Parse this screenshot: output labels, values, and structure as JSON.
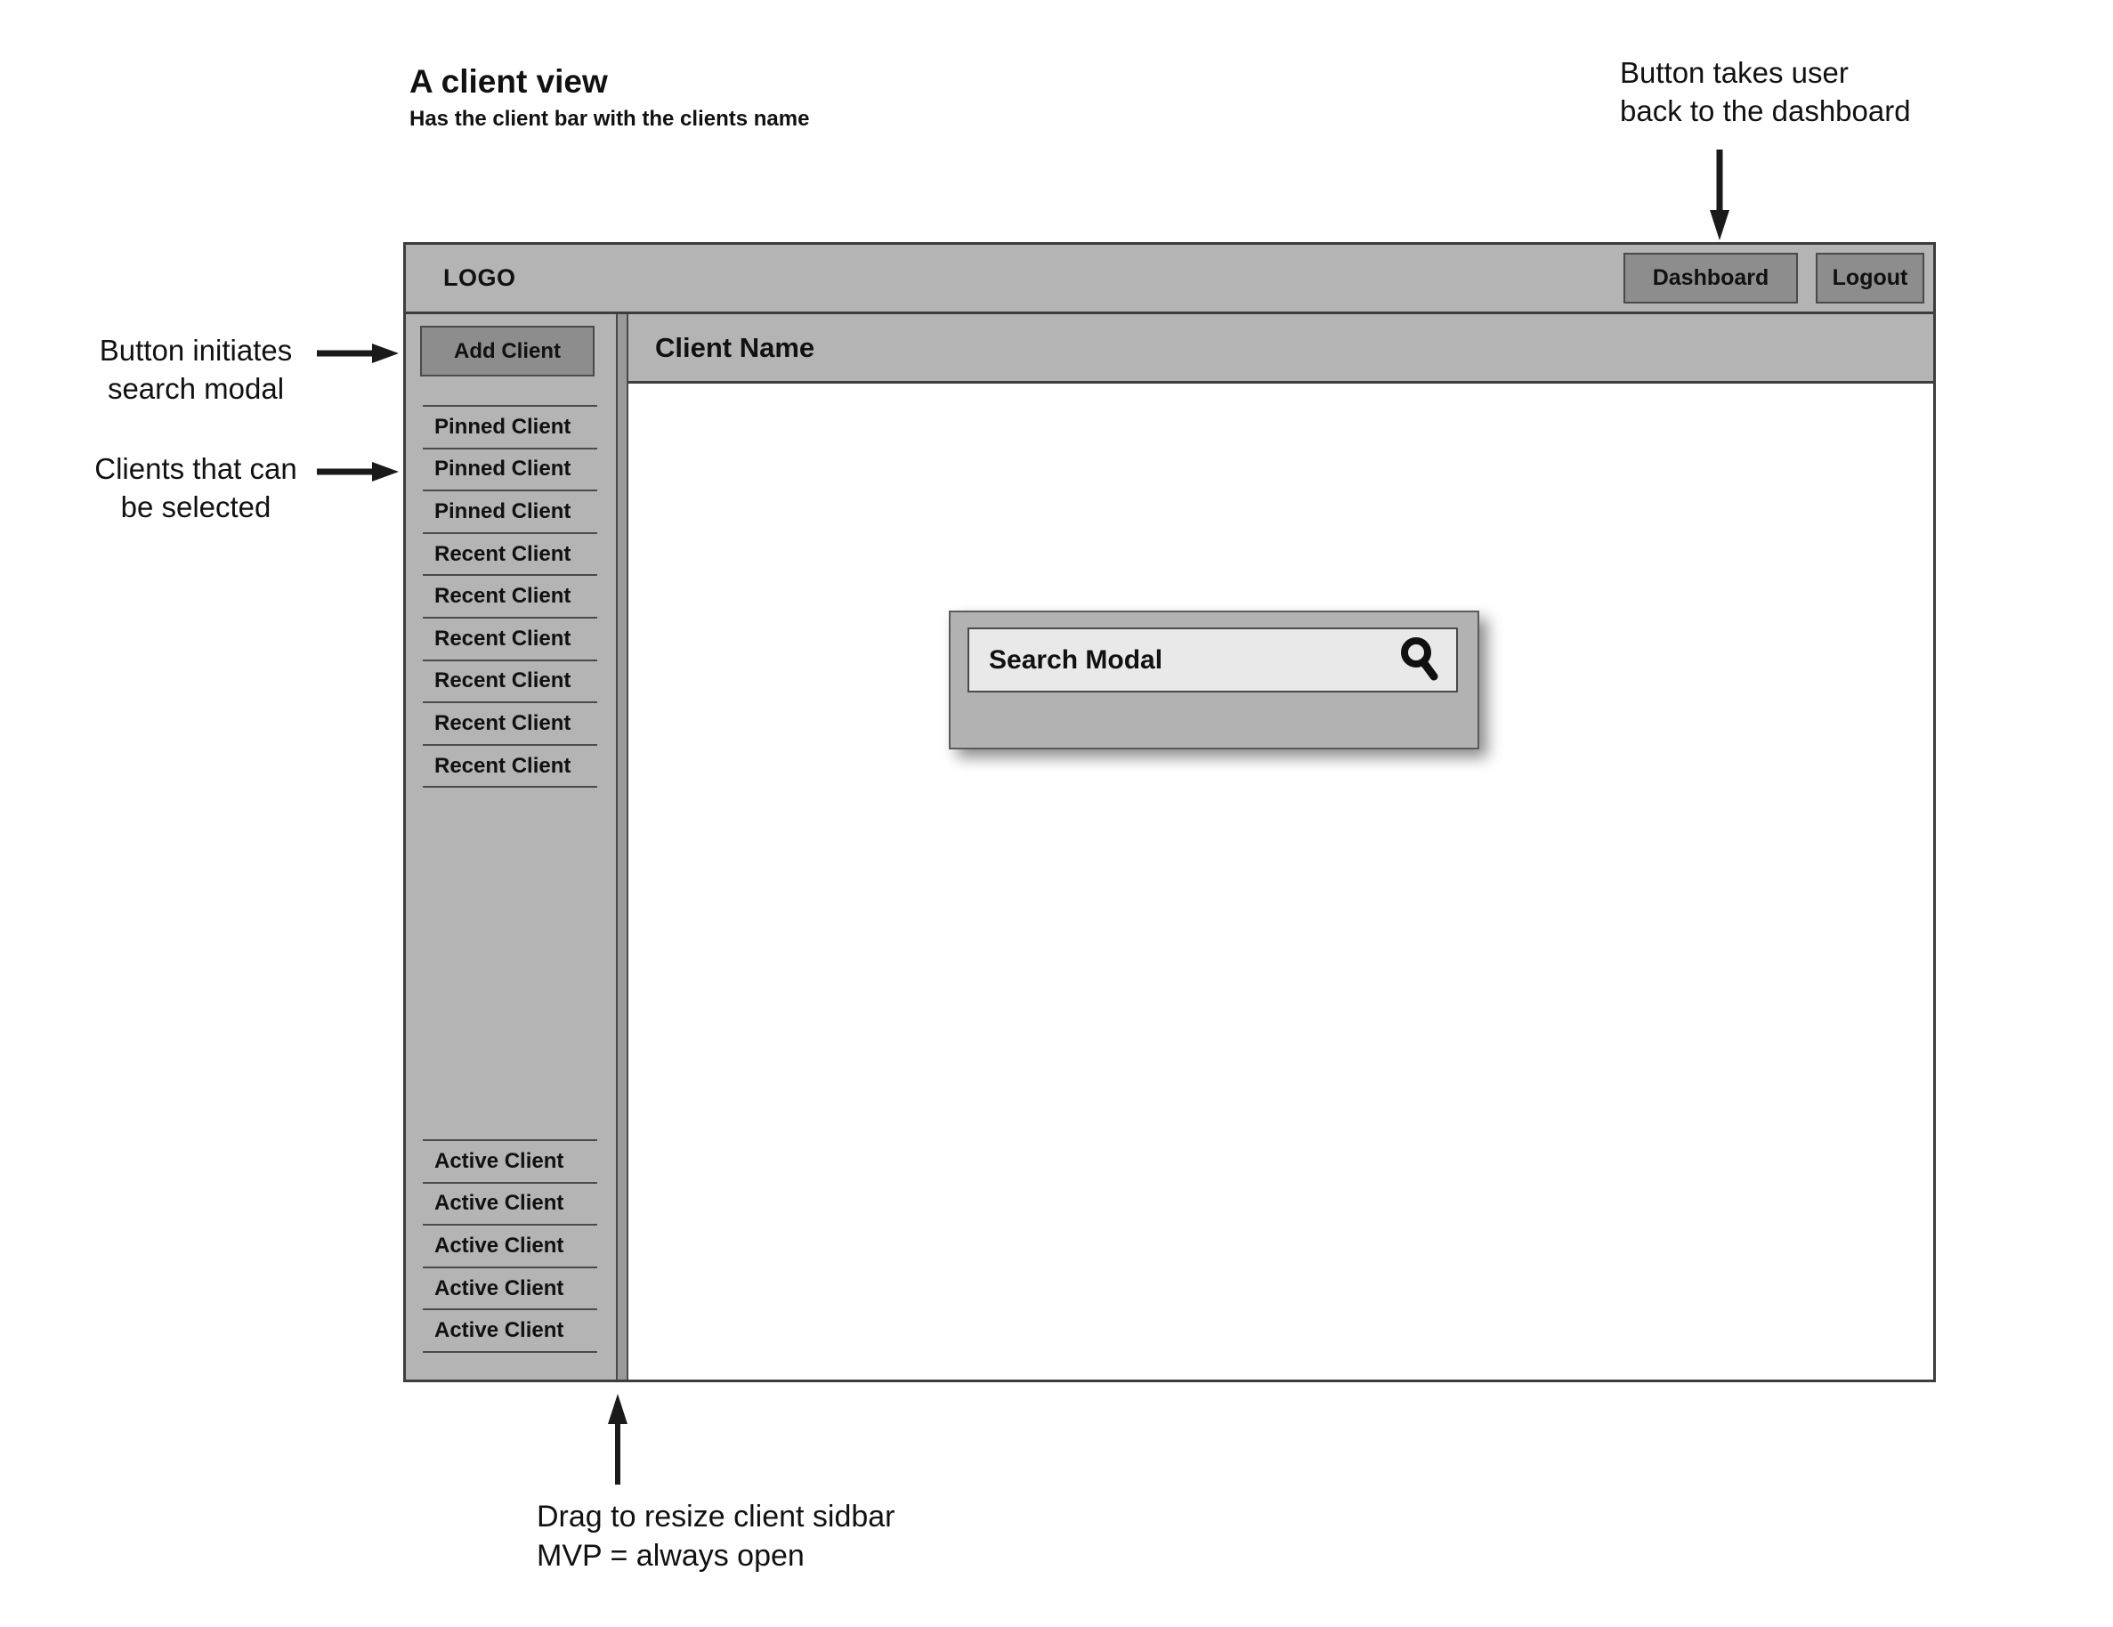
{
  "page": {
    "title": "A client view",
    "subtitle": "Has the client bar with the clients name"
  },
  "annotations": {
    "dashboard_note_line1": "Button takes user",
    "dashboard_note_line2": "back to the dashboard",
    "search_note_line1": "Button initiates",
    "search_note_line2": "search modal",
    "clients_note_line1": "Clients that can",
    "clients_note_line2": "be selected",
    "resize_note_line1": "Drag to resize client sidbar",
    "resize_note_line2": "MVP = always open"
  },
  "window": {
    "topbar": {
      "logo": "LOGO",
      "dashboard_button": "Dashboard",
      "logout_button": "Logout"
    },
    "sidebar": {
      "add_client_button": "Add Client",
      "pinned_recent_clients": [
        "Pinned Client",
        "Pinned Client",
        "Pinned Client",
        "Recent Client",
        "Recent Client",
        "Recent Client",
        "Recent Client",
        "Recent Client",
        "Recent Client"
      ],
      "active_clients": [
        "Active Client",
        "Active Client",
        "Active Client",
        "Active Client",
        "Active Client"
      ]
    },
    "client_bar": {
      "title": "Client Name"
    },
    "modal": {
      "search_placeholder": "Search Modal",
      "search_icon": "magnifier-icon"
    }
  },
  "colors": {
    "bar_gray": "#b4b4b4",
    "button_gray": "#8d8d8d",
    "window_border": "#3d3d3d",
    "line_gray": "#4a4a4a",
    "field_light": "#e9e9e9",
    "modal_gray": "#b2b2b2",
    "text": "#111111"
  }
}
